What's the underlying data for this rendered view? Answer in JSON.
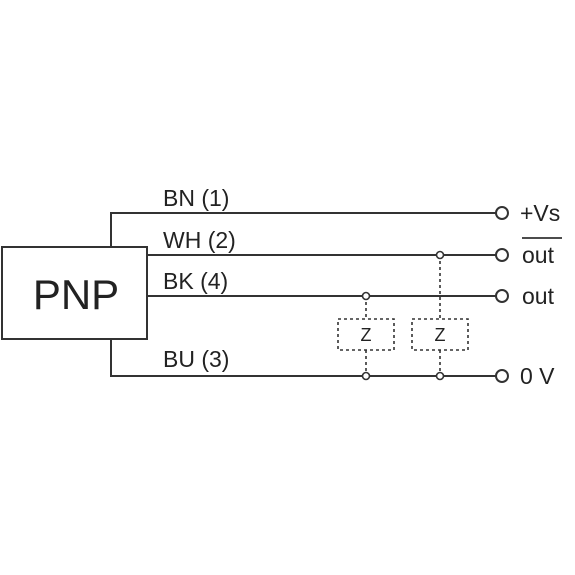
{
  "device": {
    "label": "PNP"
  },
  "wires": [
    {
      "label": "BN (1)",
      "terminal": "+Vs"
    },
    {
      "label": "WH (2)",
      "terminal": "out",
      "terminal_overline": true
    },
    {
      "label": "BK (4)",
      "terminal": "out"
    },
    {
      "label": "BU (3)",
      "terminal": "0 V"
    }
  ],
  "loads": [
    {
      "label": "Z"
    },
    {
      "label": "Z"
    }
  ],
  "colors": {
    "line": "#333333",
    "text": "#222222",
    "background": "#ffffff"
  }
}
